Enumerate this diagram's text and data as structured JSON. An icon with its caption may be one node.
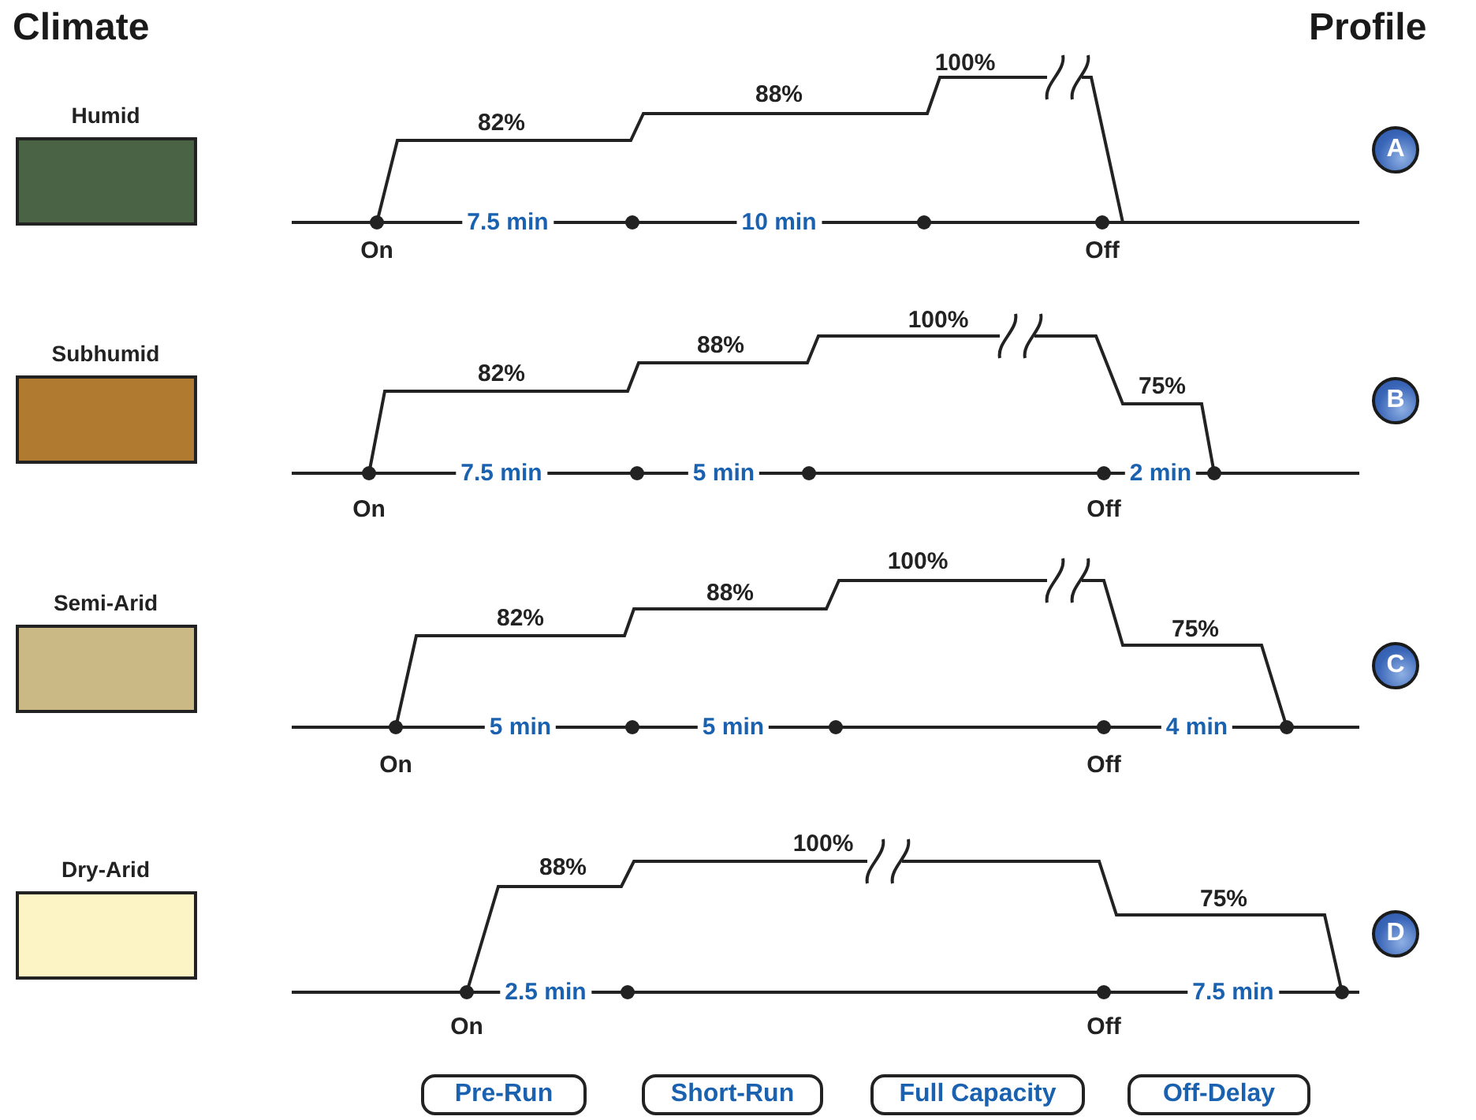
{
  "diagram": {
    "nodes": [
      {
        "text": [
          "A"
        ]
      },
      {
        "text": [
          "B"
        ]
      },
      {
        "text": [
          "C"
        ]
      },
      {
        "text": [
          "D"
        ]
      },
      {
        "text": [
          "Pre-Run"
        ]
      },
      {
        "text": [
          "Short-Run"
        ]
      },
      {
        "text": [
          "Full Capacity"
        ]
      },
      {
        "text": [
          "Off-Delay"
        ]
      }
    ],
    "labels": [
      "Climate",
      "Profile",
      "82%",
      "88%",
      "100%",
      "7.5 min",
      "10 min",
      "On",
      "Off",
      "82%",
      "88%",
      "100%",
      "75%",
      "7.5 min",
      "5 min",
      "2 min",
      "On",
      "Off",
      "82%",
      "88%",
      "100%",
      "75%",
      "5 min",
      "5 min",
      "4 min",
      "On",
      "Off",
      "88%",
      "100%",
      "75%",
      "2.5 min",
      "7.5 min",
      "On",
      "Off"
    ],
    "legend": [
      {
        "text": "Humid",
        "color": "#4a6345"
      },
      {
        "text": "Subhumid",
        "color": "#b07a30"
      },
      {
        "text": "Semi-Arid",
        "color": "#cbb985"
      },
      {
        "text": "Dry-Arid",
        "color": "#fcf4c4"
      }
    ]
  }
}
